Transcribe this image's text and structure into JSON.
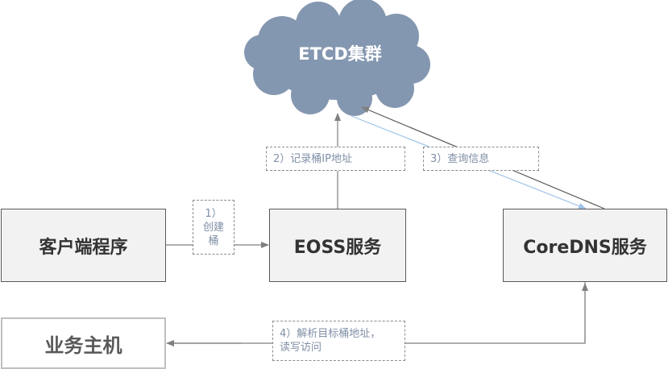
{
  "nodes": {
    "etcd": "ETCD集群",
    "client": "客户端程序",
    "eoss": "EOSS服务",
    "coredns": "CoreDNS服务",
    "host": "业务主机"
  },
  "labels": {
    "step1": "1）\n创建\n桶",
    "step2": "2）记录桶IP地址",
    "step3": "3）查询信息",
    "step4": "4）解析目标桶地址，\n读写访问"
  },
  "colors": {
    "cloud": "#8497b0",
    "arrow_dark": "#595959",
    "arrow_blue": "#9dc3e6"
  }
}
